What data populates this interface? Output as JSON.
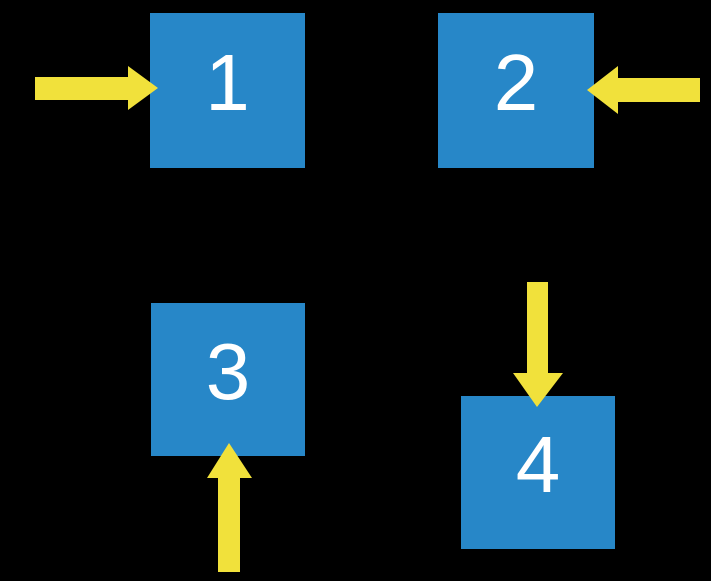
{
  "canvas": {
    "background": "#000000"
  },
  "colors": {
    "box": "#2787C8",
    "arrow": "#F1E13B",
    "label": "#FFFFFF"
  },
  "boxes": [
    {
      "label": "1",
      "arrow_direction": "right"
    },
    {
      "label": "2",
      "arrow_direction": "left"
    },
    {
      "label": "3",
      "arrow_direction": "up"
    },
    {
      "label": "4",
      "arrow_direction": "down"
    }
  ]
}
